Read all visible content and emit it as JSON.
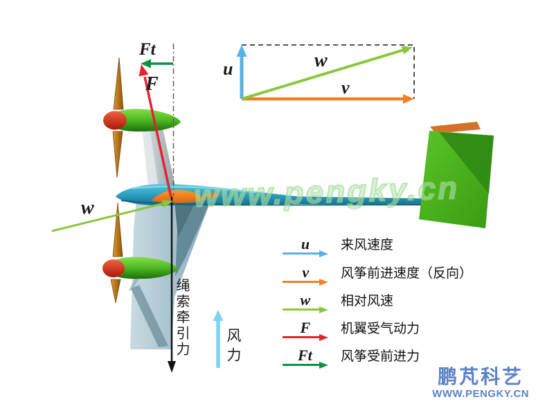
{
  "velocity_triangle": {
    "u_label": "u",
    "w_label": "w",
    "v_label": "v"
  },
  "kite_diagram": {
    "ft_label": "Ft",
    "f_label": "F",
    "w_label": "w",
    "rope_force_label": "绳索牵引力",
    "wind_force_label": "风力"
  },
  "legend": {
    "items": [
      {
        "symbol": "u",
        "label": "来风速度",
        "color": "#56B2E4"
      },
      {
        "symbol": "v",
        "label": "风筝前进速度（反向）",
        "color": "#EF8028"
      },
      {
        "symbol": "w",
        "label": "相对风速",
        "color": "#8CC63E"
      },
      {
        "symbol": "F",
        "label": "机翼受气动力",
        "color": "#E3242B"
      },
      {
        "symbol": "Ft",
        "label": "风筝受前进力",
        "color": "#0D9143"
      }
    ]
  },
  "branding": {
    "watermark": "www.pengky.cn",
    "site_name": "鹏芃科艺",
    "site_url": "WWW.PENGKY.CN",
    "brand_color": "#5C82C8"
  },
  "colors": {
    "u_blue": "#56B2E4",
    "v_orange": "#EF8028",
    "w_green": "#8CC63E",
    "f_red": "#E3242B",
    "ft_green": "#0D9143",
    "wind_blue": "#7FD2F2",
    "rope_black": "#111111",
    "fuselage_teal": "#2D9FBE",
    "pod_green": "#4CB822",
    "nose_red": "#D52F14",
    "propeller_orange": "#C8821E",
    "tail_green": "#52B91F",
    "wing_gray": "#9FBECB",
    "watermark_green": "#96D68C"
  }
}
